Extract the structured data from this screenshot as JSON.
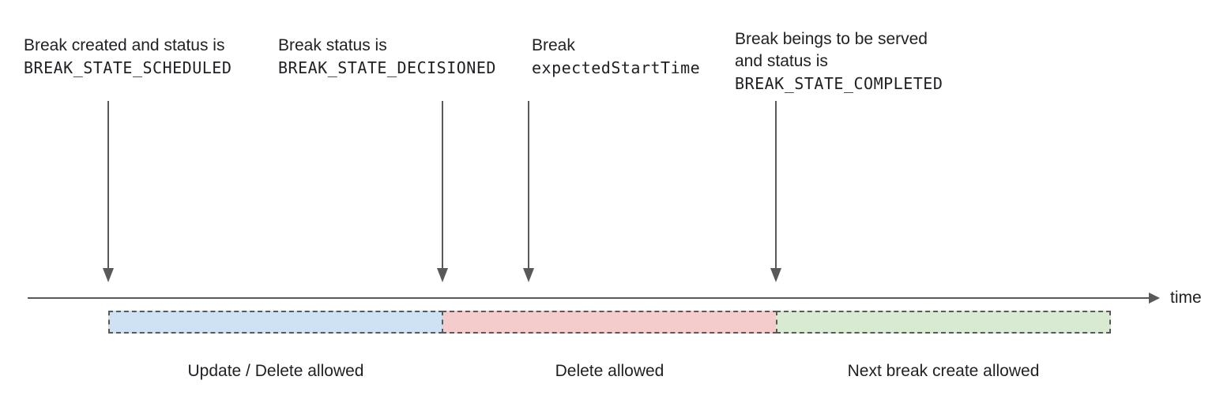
{
  "annotations": [
    {
      "line1": "Break created and status is",
      "line2": "BREAK_STATE_SCHEDULED"
    },
    {
      "line1": "Break status is",
      "line2": "BREAK_STATE_DECISIONED"
    },
    {
      "line1": "Break",
      "line2": "expectedStartTime"
    },
    {
      "line1": "Break beings to be served",
      "line2": "and status is",
      "line3": "BREAK_STATE_COMPLETED"
    }
  ],
  "timeline": {
    "axis_label": "time"
  },
  "segments": [
    {
      "label": "Update / Delete allowed",
      "color": "#cfe2f3"
    },
    {
      "label": "Delete allowed",
      "color": "#f4cccc"
    },
    {
      "label": "Next break create allowed",
      "color": "#d9ead3"
    }
  ],
  "colors": {
    "line": "#595959",
    "dashed_border": "#595959",
    "text": "#202124"
  }
}
